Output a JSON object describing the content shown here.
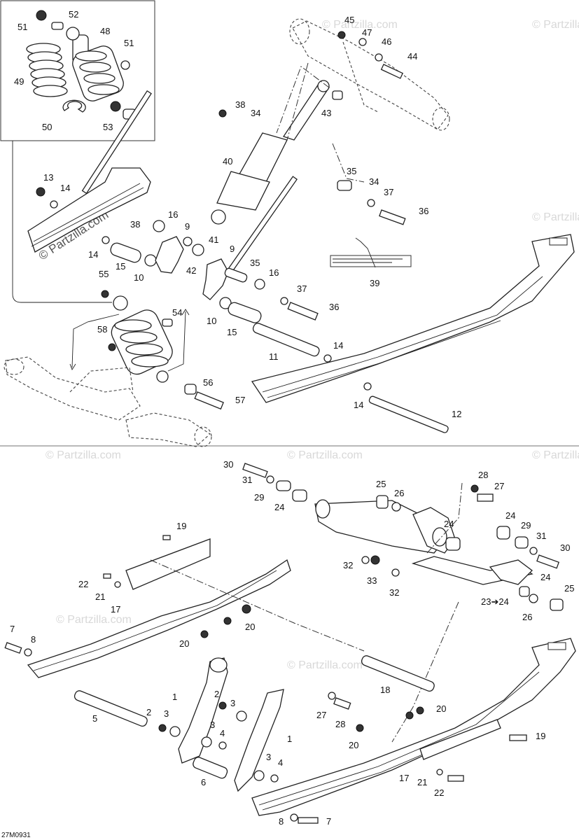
{
  "diagram": {
    "code": "27M0931",
    "watermarks": [
      "© Partzilla.com",
      "© Partzilla.com",
      "© Partzilla.com",
      "© Partzilla.com",
      "© Partzilla.com",
      "© Partzilla.com",
      "© Partzilla.com",
      "© Partzilla.com"
    ],
    "watermark_main": "© Partzilla.com",
    "callouts_top": [
      "51",
      "52",
      "48",
      "51",
      "49",
      "50",
      "53",
      "45",
      "47",
      "46",
      "44",
      "43",
      "38",
      "34",
      "40",
      "13",
      "14",
      "38",
      "16",
      "9",
      "14",
      "15",
      "10",
      "41",
      "42",
      "9",
      "35",
      "16",
      "55",
      "54",
      "58",
      "10",
      "15",
      "11",
      "14",
      "35",
      "34",
      "37",
      "36",
      "37",
      "39",
      "36",
      "14",
      "12",
      "56",
      "57"
    ],
    "callouts_bottom": [
      "30",
      "31",
      "29",
      "24",
      "25",
      "26",
      "28",
      "27",
      "19",
      "24",
      "24",
      "29",
      "31",
      "30",
      "32",
      "33",
      "32",
      "23➔24",
      "24",
      "25",
      "26",
      "22",
      "21",
      "17",
      "20",
      "20",
      "7",
      "8",
      "2",
      "3",
      "1",
      "2",
      "3",
      "5",
      "3",
      "4",
      "18",
      "27",
      "28",
      "20",
      "20",
      "3",
      "4",
      "1",
      "6",
      "17",
      "21",
      "22",
      "19",
      "8",
      "7"
    ],
    "sticker_text": "..."
  }
}
